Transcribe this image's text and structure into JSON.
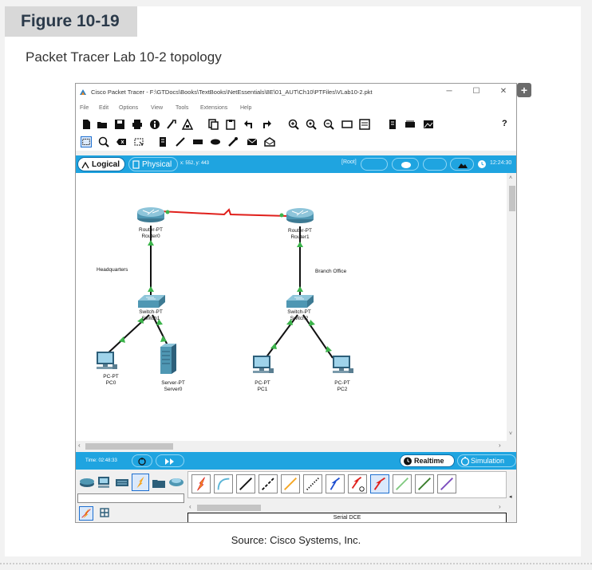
{
  "figure": {
    "label": "Figure 10-19",
    "caption": "Packet Tracer Lab 10-2 topology",
    "source": "Source: Cisco Systems, Inc."
  },
  "window": {
    "title": "Cisco Packet Tracer - F:\\GTDocs\\Books\\TextBooks\\NetEssentials\\8E\\01_AUT\\Ch10\\PTFiles\\VLab10-2.pkt",
    "minimize": "─",
    "maximize": "☐",
    "close": "✕"
  },
  "menu": [
    "File",
    "Edit",
    "Options",
    "View",
    "Tools",
    "Extensions",
    "Help"
  ],
  "toolbar": {
    "help": "?"
  },
  "modes": {
    "logical": "Logical",
    "physical": "Physical",
    "coords": "x: 552, y: 443",
    "root": "[Root]",
    "clock": "12:24:30"
  },
  "topology": {
    "devices": [
      {
        "type": "Router-PT",
        "name": "Router0"
      },
      {
        "type": "Router-PT",
        "name": "Router1"
      },
      {
        "type": "Switch-PT",
        "name": "Switch1"
      },
      {
        "type": "Switch-PT",
        "name": "Switch2"
      },
      {
        "type": "PC-PT",
        "name": "PC0"
      },
      {
        "type": "Server-PT",
        "name": "Server0"
      },
      {
        "type": "PC-PT",
        "name": "PC1"
      },
      {
        "type": "PC-PT",
        "name": "PC2"
      }
    ],
    "notes": [
      "Headquarters",
      "Branch Office"
    ],
    "link_colors": {
      "serial": "#e0201c",
      "ethernet": "#111111",
      "up": "#3cb44b"
    }
  },
  "simbar": {
    "time": "Time: 02:48:33",
    "realtime": "Realtime",
    "simulation": "Simulation"
  },
  "cables": {
    "selected_label": "Serial DCE"
  }
}
